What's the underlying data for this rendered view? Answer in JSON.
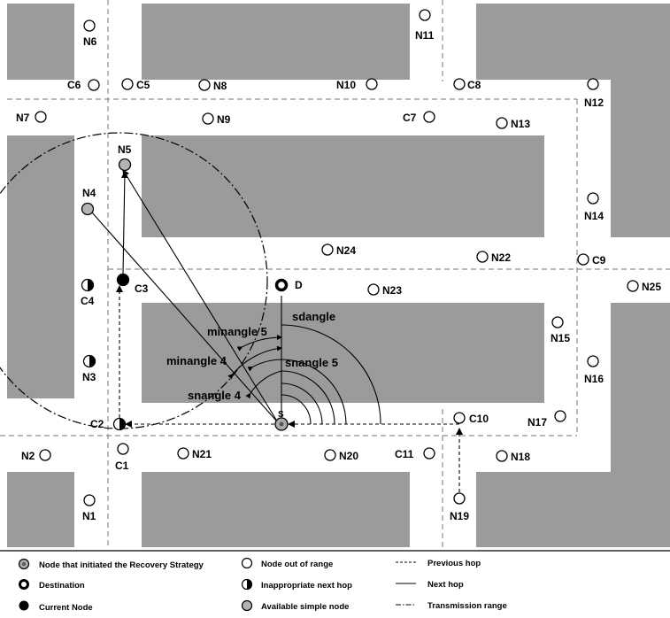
{
  "nodes": {
    "S": {
      "label": "S",
      "kind": "initiator"
    },
    "D": {
      "label": "D",
      "kind": "destination"
    },
    "C3": {
      "label": "C3",
      "kind": "current"
    },
    "N4": {
      "label": "N4",
      "kind": "available"
    },
    "N5": {
      "label": "N5",
      "kind": "available"
    },
    "C2": {
      "label": "C2",
      "kind": "inappropriate"
    },
    "C4": {
      "label": "C4",
      "kind": "inappropriate"
    },
    "N3": {
      "label": "N3",
      "kind": "inappropriate"
    },
    "N1": {
      "label": "N1",
      "kind": "out"
    },
    "N2": {
      "label": "N2",
      "kind": "out"
    },
    "N6": {
      "label": "N6",
      "kind": "out"
    },
    "N7": {
      "label": "N7",
      "kind": "out"
    },
    "N8": {
      "label": "N8",
      "kind": "out"
    },
    "N9": {
      "label": "N9",
      "kind": "out"
    },
    "N10": {
      "label": "N10",
      "kind": "out"
    },
    "N11": {
      "label": "N11",
      "kind": "out"
    },
    "N12": {
      "label": "N12",
      "kind": "out"
    },
    "N13": {
      "label": "N13",
      "kind": "out"
    },
    "N14": {
      "label": "N14",
      "kind": "out"
    },
    "N15": {
      "label": "N15",
      "kind": "out"
    },
    "N16": {
      "label": "N16",
      "kind": "out"
    },
    "N17": {
      "label": "N17",
      "kind": "out"
    },
    "N18": {
      "label": "N18",
      "kind": "out"
    },
    "N19": {
      "label": "N19",
      "kind": "out"
    },
    "N20": {
      "label": "N20",
      "kind": "out"
    },
    "N21": {
      "label": "N21",
      "kind": "out"
    },
    "N22": {
      "label": "N22",
      "kind": "out"
    },
    "N23": {
      "label": "N23",
      "kind": "out"
    },
    "N24": {
      "label": "N24",
      "kind": "out"
    },
    "N25": {
      "label": "N25",
      "kind": "out"
    },
    "C1": {
      "label": "C1",
      "kind": "out"
    },
    "C5": {
      "label": "C5",
      "kind": "out"
    },
    "C6": {
      "label": "C6",
      "kind": "out"
    },
    "C7": {
      "label": "C7",
      "kind": "out"
    },
    "C8": {
      "label": "C8",
      "kind": "out"
    },
    "C9": {
      "label": "C9",
      "kind": "out"
    },
    "C10": {
      "label": "C10",
      "kind": "out"
    },
    "C11": {
      "label": "C11",
      "kind": "out"
    }
  },
  "angles": {
    "sdangle": "sdangle",
    "minangle5": "minangle 5",
    "minangle4": "minangle 4",
    "snangle5": "snangle 5",
    "snangle4": "snangle 4"
  },
  "legend": {
    "initiator": "Node that initiated the Recovery Strategy",
    "destination": "Destination",
    "current": "Current Node",
    "out": "Node out of range",
    "inappropriate": "Inappropriate next hop",
    "available": "Available simple node",
    "previous_hop": "Previous hop",
    "next_hop": "Next hop",
    "transmission_range": "Transmission range"
  },
  "colors": {
    "building": "#9b9b9b",
    "available_node": "#b3b3b3",
    "initiator_fill": "#aaaaaa"
  }
}
